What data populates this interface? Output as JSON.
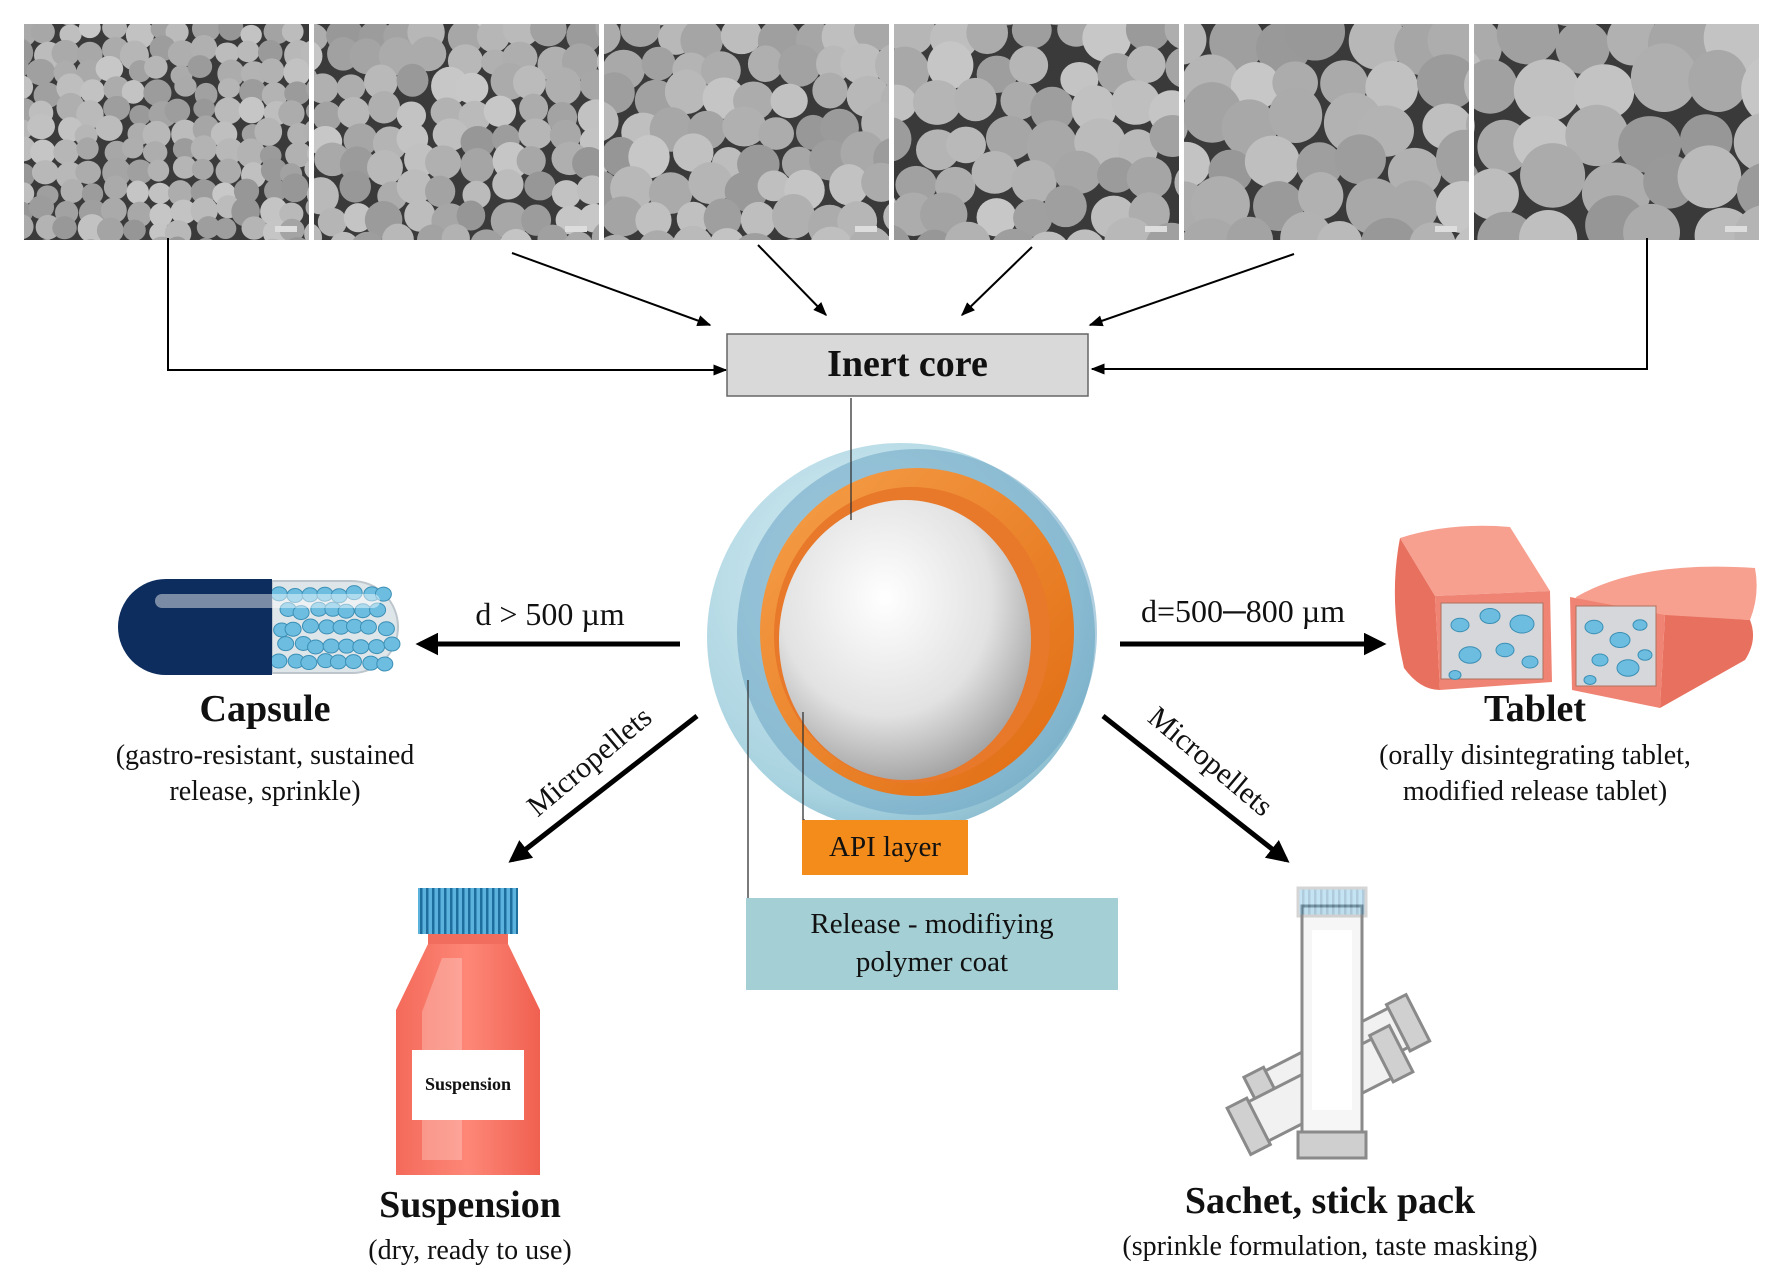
{
  "micrographs": {
    "count": 6,
    "panels": [
      {
        "name": "micrograph-1",
        "particle_size": "smallest"
      },
      {
        "name": "micrograph-2",
        "particle_size": "small"
      },
      {
        "name": "micrograph-3",
        "particle_size": "small-medium"
      },
      {
        "name": "micrograph-4",
        "particle_size": "medium"
      },
      {
        "name": "micrograph-5",
        "particle_size": "large"
      },
      {
        "name": "micrograph-6",
        "particle_size": "largest"
      }
    ]
  },
  "inert_core": {
    "label": "Inert core"
  },
  "pellet": {
    "layers": [
      "core",
      "API layer",
      "polymer coat"
    ],
    "colors": {
      "core": "#e6e6e6",
      "api": "#f07d1e",
      "coat": "#8fbfd6"
    }
  },
  "api_layer": {
    "label": "API layer",
    "color": "#f48c1c"
  },
  "release_coat": {
    "line1": "Release - modifiying",
    "line2": "polymer coat",
    "color": "#a4cfd4"
  },
  "capsule": {
    "arrow_label": "d > 500 µm",
    "title": "Capsule",
    "desc_line1": "(gastro-resistant, sustained",
    "desc_line2": "release, sprinkle)"
  },
  "tablet": {
    "arrow_label": "d=500─800 µm",
    "title": "Tablet",
    "desc_line1": "(orally disintegrating tablet,",
    "desc_line2": "modified release tablet)"
  },
  "suspension": {
    "arrow_label": "Micropellets",
    "bottle_label": "Suspension",
    "title": "Suspension",
    "desc": "(dry, ready to use)"
  },
  "sachet": {
    "arrow_label": "Micropellets",
    "title": "Sachet, stick pack",
    "desc": "(sprinkle formulation, taste masking)"
  },
  "colors": {
    "capsule_cap": "#0d2d5e",
    "bead": "#6cbde0",
    "tablet": "#f08a7a",
    "bottle": "#fb7b6b",
    "bottle_cap": "#3d9fd0"
  }
}
